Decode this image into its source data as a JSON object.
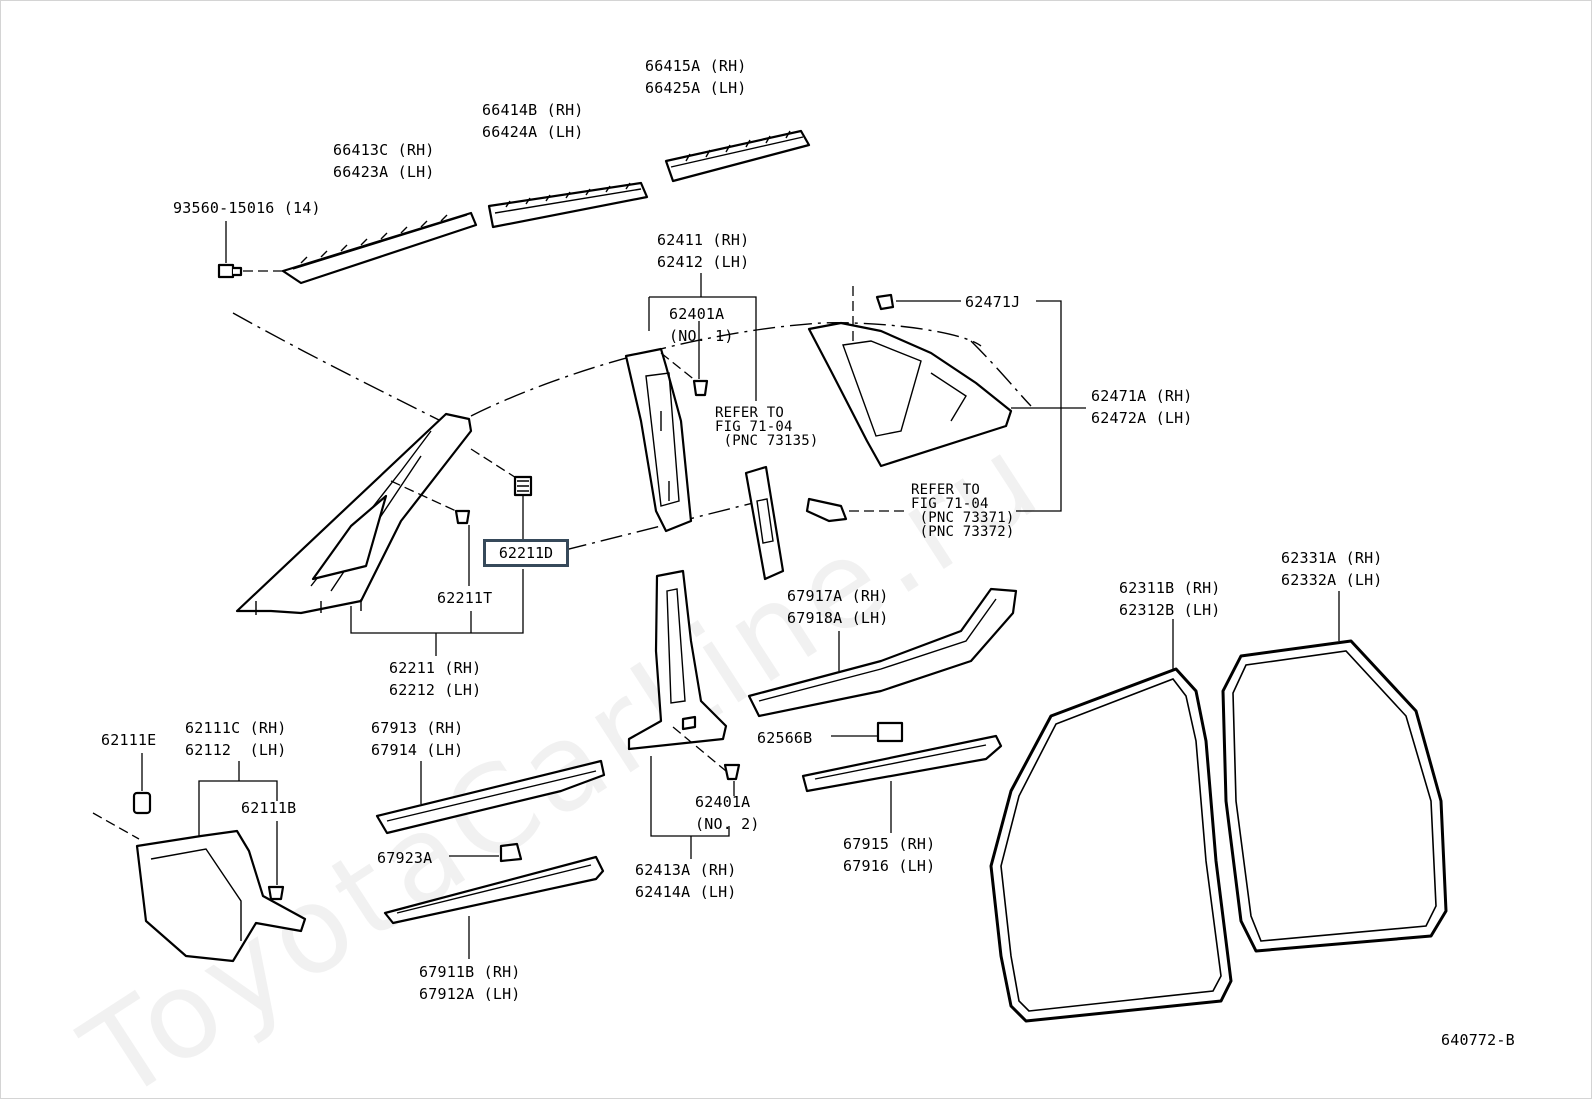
{
  "watermark": "ToyotaCarLine.ru",
  "diagram_code": "640772-B",
  "highlighted_part": "62211D",
  "labels": {
    "p66415": [
      "66415A (RH)",
      "66425A (LH)"
    ],
    "p66414": [
      "66414B (RH)",
      "66424A (LH)"
    ],
    "p66413": [
      "66413C (RH)",
      "66423A (LH)"
    ],
    "p93560": "93560-15016 (14)",
    "p62411": [
      "62411 (RH)",
      "62412 (LH)"
    ],
    "p62401a1": [
      "62401A",
      "(NO. 1)"
    ],
    "p62471j": "62471J",
    "p62471a": [
      "62471A (RH)",
      "62472A (LH)"
    ],
    "refer1": [
      "REFER TO",
      "FIG 71-04",
      "(PNC 73135)"
    ],
    "refer2": [
      "REFER TO",
      "FIG 71-04",
      "(PNC 73371)",
      "(PNC 73372)"
    ],
    "p62211t": "62211T",
    "p62211": [
      "62211 (RH)",
      "62212 (LH)"
    ],
    "p62331": [
      "62331A (RH)",
      "62332A (LH)"
    ],
    "p62311": [
      "62311B (RH)",
      "62312B (LH)"
    ],
    "p67917": [
      "67917A (RH)",
      "67918A (LH)"
    ],
    "p62111e": "62111E",
    "p62111c": [
      "62111C (RH)",
      "62112  (LH)"
    ],
    "p62111b": "62111B",
    "p67913": [
      "67913 (RH)",
      "67914 (LH)"
    ],
    "p62566b": "62566B",
    "p62401a2": [
      "62401A",
      "(NO. 2)"
    ],
    "p67923a": "67923A",
    "p62413": [
      "62413A (RH)",
      "62414A (LH)"
    ],
    "p67915": [
      "67915 (RH)",
      "67916 (LH)"
    ],
    "p67911": [
      "67911B (RH)",
      "67912A (LH)"
    ]
  }
}
